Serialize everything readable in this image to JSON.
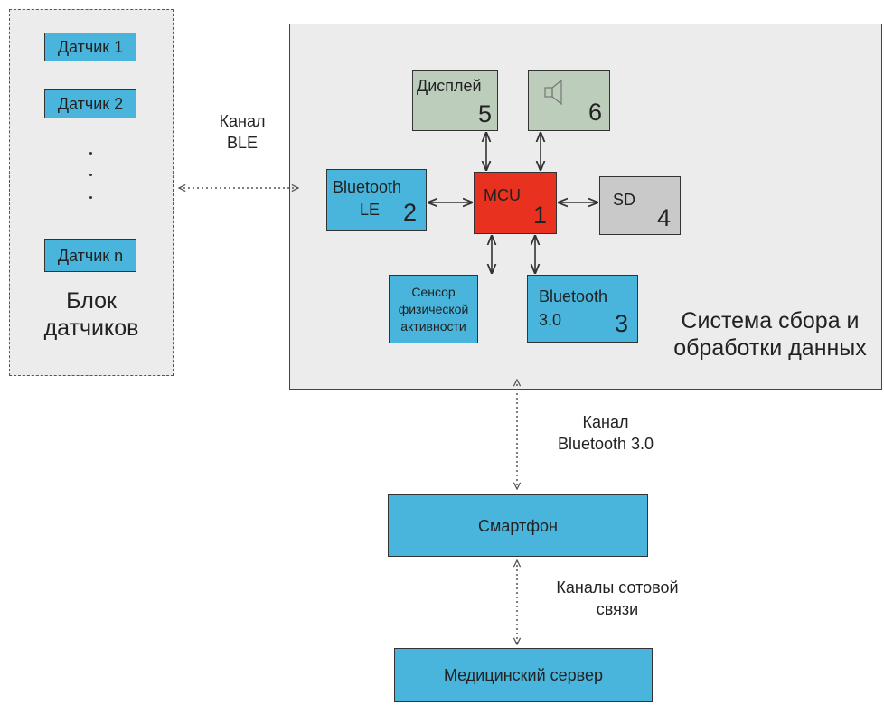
{
  "sensor_block": {
    "sensors": [
      "Датчик 1",
      "Датчик 2",
      "Датчик n"
    ],
    "title_line1": "Блок",
    "title_line2": "датчиков"
  },
  "ble_channel": {
    "line1": "Канал",
    "line2": "BLE"
  },
  "system": {
    "title_line1": "Система сбора и",
    "title_line2": "обработки данных",
    "mcu": {
      "label": "MCU",
      "number": "1"
    },
    "bluetooth_le": {
      "line1": "Bluetooth",
      "line2": "LE",
      "number": "2"
    },
    "bluetooth_30": {
      "line1": "Bluetooth",
      "line2": "3.0",
      "number": "3"
    },
    "sd": {
      "label": "SD",
      "number": "4"
    },
    "display": {
      "label": "Дисплей",
      "number": "5"
    },
    "speaker": {
      "icon": "speaker-icon",
      "number": "6"
    },
    "activity_sensor": {
      "line1": "Сенсор",
      "line2": "физической",
      "line3": "активности"
    }
  },
  "bt30_channel": {
    "line1": "Канал",
    "line2": "Bluetooth 3.0"
  },
  "smartphone": {
    "label": "Смартфон"
  },
  "cellular_channel": {
    "line1": "Каналы сотовой",
    "line2": "связи"
  },
  "medical_server": {
    "label": "Медицинский сервер"
  },
  "colors": {
    "blue_box": "#49b5dc",
    "mcu_red": "#e8311f",
    "display_green": "#bccdbc",
    "sd_gray": "#c9c9c9",
    "panel_gray": "#ececec"
  }
}
